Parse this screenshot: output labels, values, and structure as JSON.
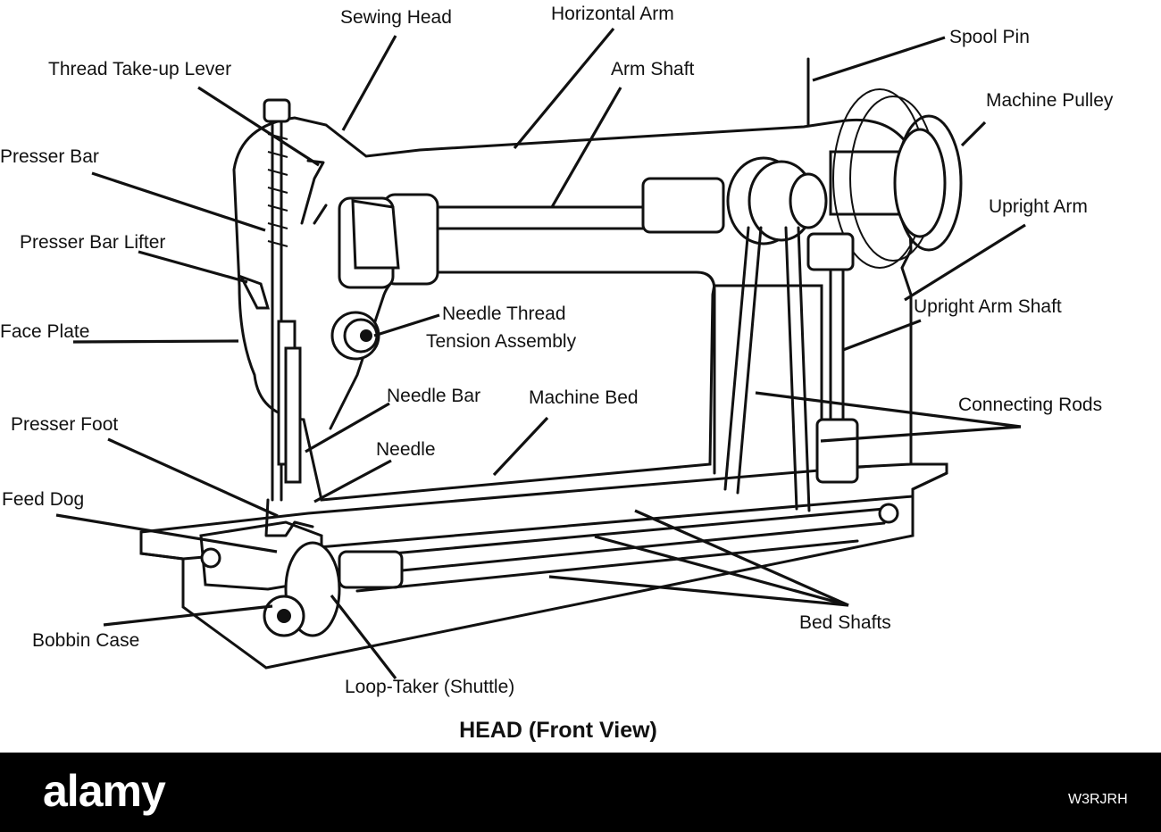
{
  "diagram": {
    "caption": "HEAD (Front View)",
    "labels": {
      "sewing_head": "Sewing Head",
      "horizontal_arm": "Horizontal Arm",
      "spool_pin": "Spool Pin",
      "thread_take_up_lever": "Thread Take-up Lever",
      "arm_shaft": "Arm Shaft",
      "machine_pulley": "Machine Pulley",
      "presser_bar": "Presser Bar",
      "upright_arm": "Upright Arm",
      "presser_bar_lifter": "Presser Bar Lifter",
      "needle_thread_tension_1": "Needle Thread",
      "needle_thread_tension_2": "Tension Assembly",
      "upright_arm_shaft": "Upright Arm Shaft",
      "face_plate": "Face Plate",
      "needle_bar": "Needle Bar",
      "machine_bed": "Machine Bed",
      "connecting_rods": "Connecting Rods",
      "presser_foot": "Presser Foot",
      "needle": "Needle",
      "feed_dog": "Feed Dog",
      "bobbin_case": "Bobbin Case",
      "bed_shafts": "Bed Shafts",
      "loop_taker": "Loop-Taker (Shuttle)"
    }
  },
  "footer": {
    "brand": "alamy",
    "image_id": "W3RJRH"
  }
}
